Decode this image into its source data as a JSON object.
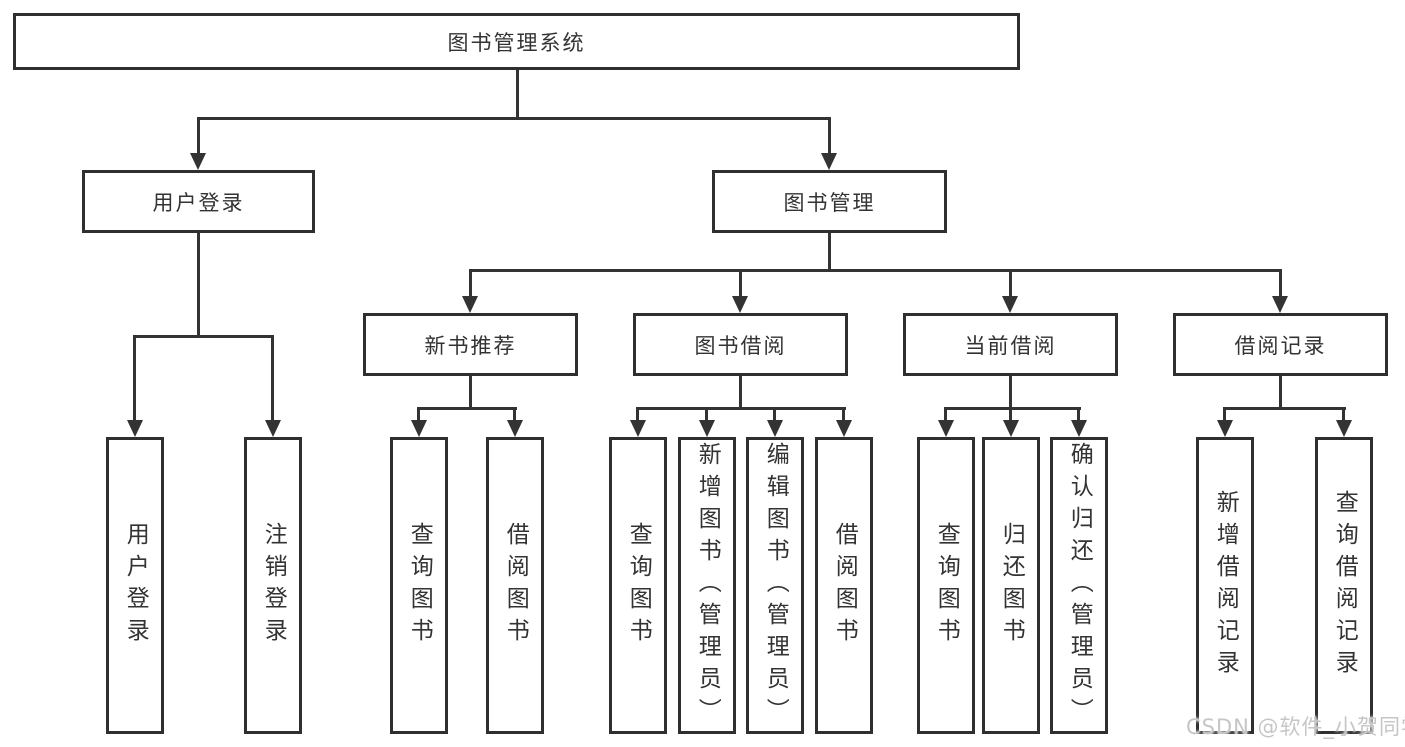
{
  "colors": {
    "background": "#ffffff",
    "line": "#333333",
    "box_border": "#2f2f2f",
    "text": "#333333",
    "watermark": "#c6c6c6"
  },
  "watermark": {
    "text": "CSDN @软件_小贺同学"
  },
  "tree": {
    "root": {
      "label": "图书管理系统",
      "children": [
        {
          "label": "用户登录",
          "children": [
            {
              "label": "用户登录"
            },
            {
              "label": "注销登录"
            }
          ]
        },
        {
          "label": "图书管理",
          "children": [
            {
              "label": "新书推荐",
              "children": [
                {
                  "label": "查询图书"
                },
                {
                  "label": "借阅图书"
                }
              ]
            },
            {
              "label": "图书借阅",
              "children": [
                {
                  "label": "查询图书"
                },
                {
                  "label": "新增图书（管理员）"
                },
                {
                  "label": "编辑图书（管理员）"
                },
                {
                  "label": "借阅图书"
                }
              ]
            },
            {
              "label": "当前借阅",
              "children": [
                {
                  "label": "查询图书"
                },
                {
                  "label": "归还图书"
                },
                {
                  "label": "确认归还（管理员）"
                }
              ]
            },
            {
              "label": "借阅记录",
              "children": [
                {
                  "label": "新增借阅记录"
                },
                {
                  "label": "查询借阅记录"
                }
              ]
            }
          ]
        }
      ]
    }
  }
}
